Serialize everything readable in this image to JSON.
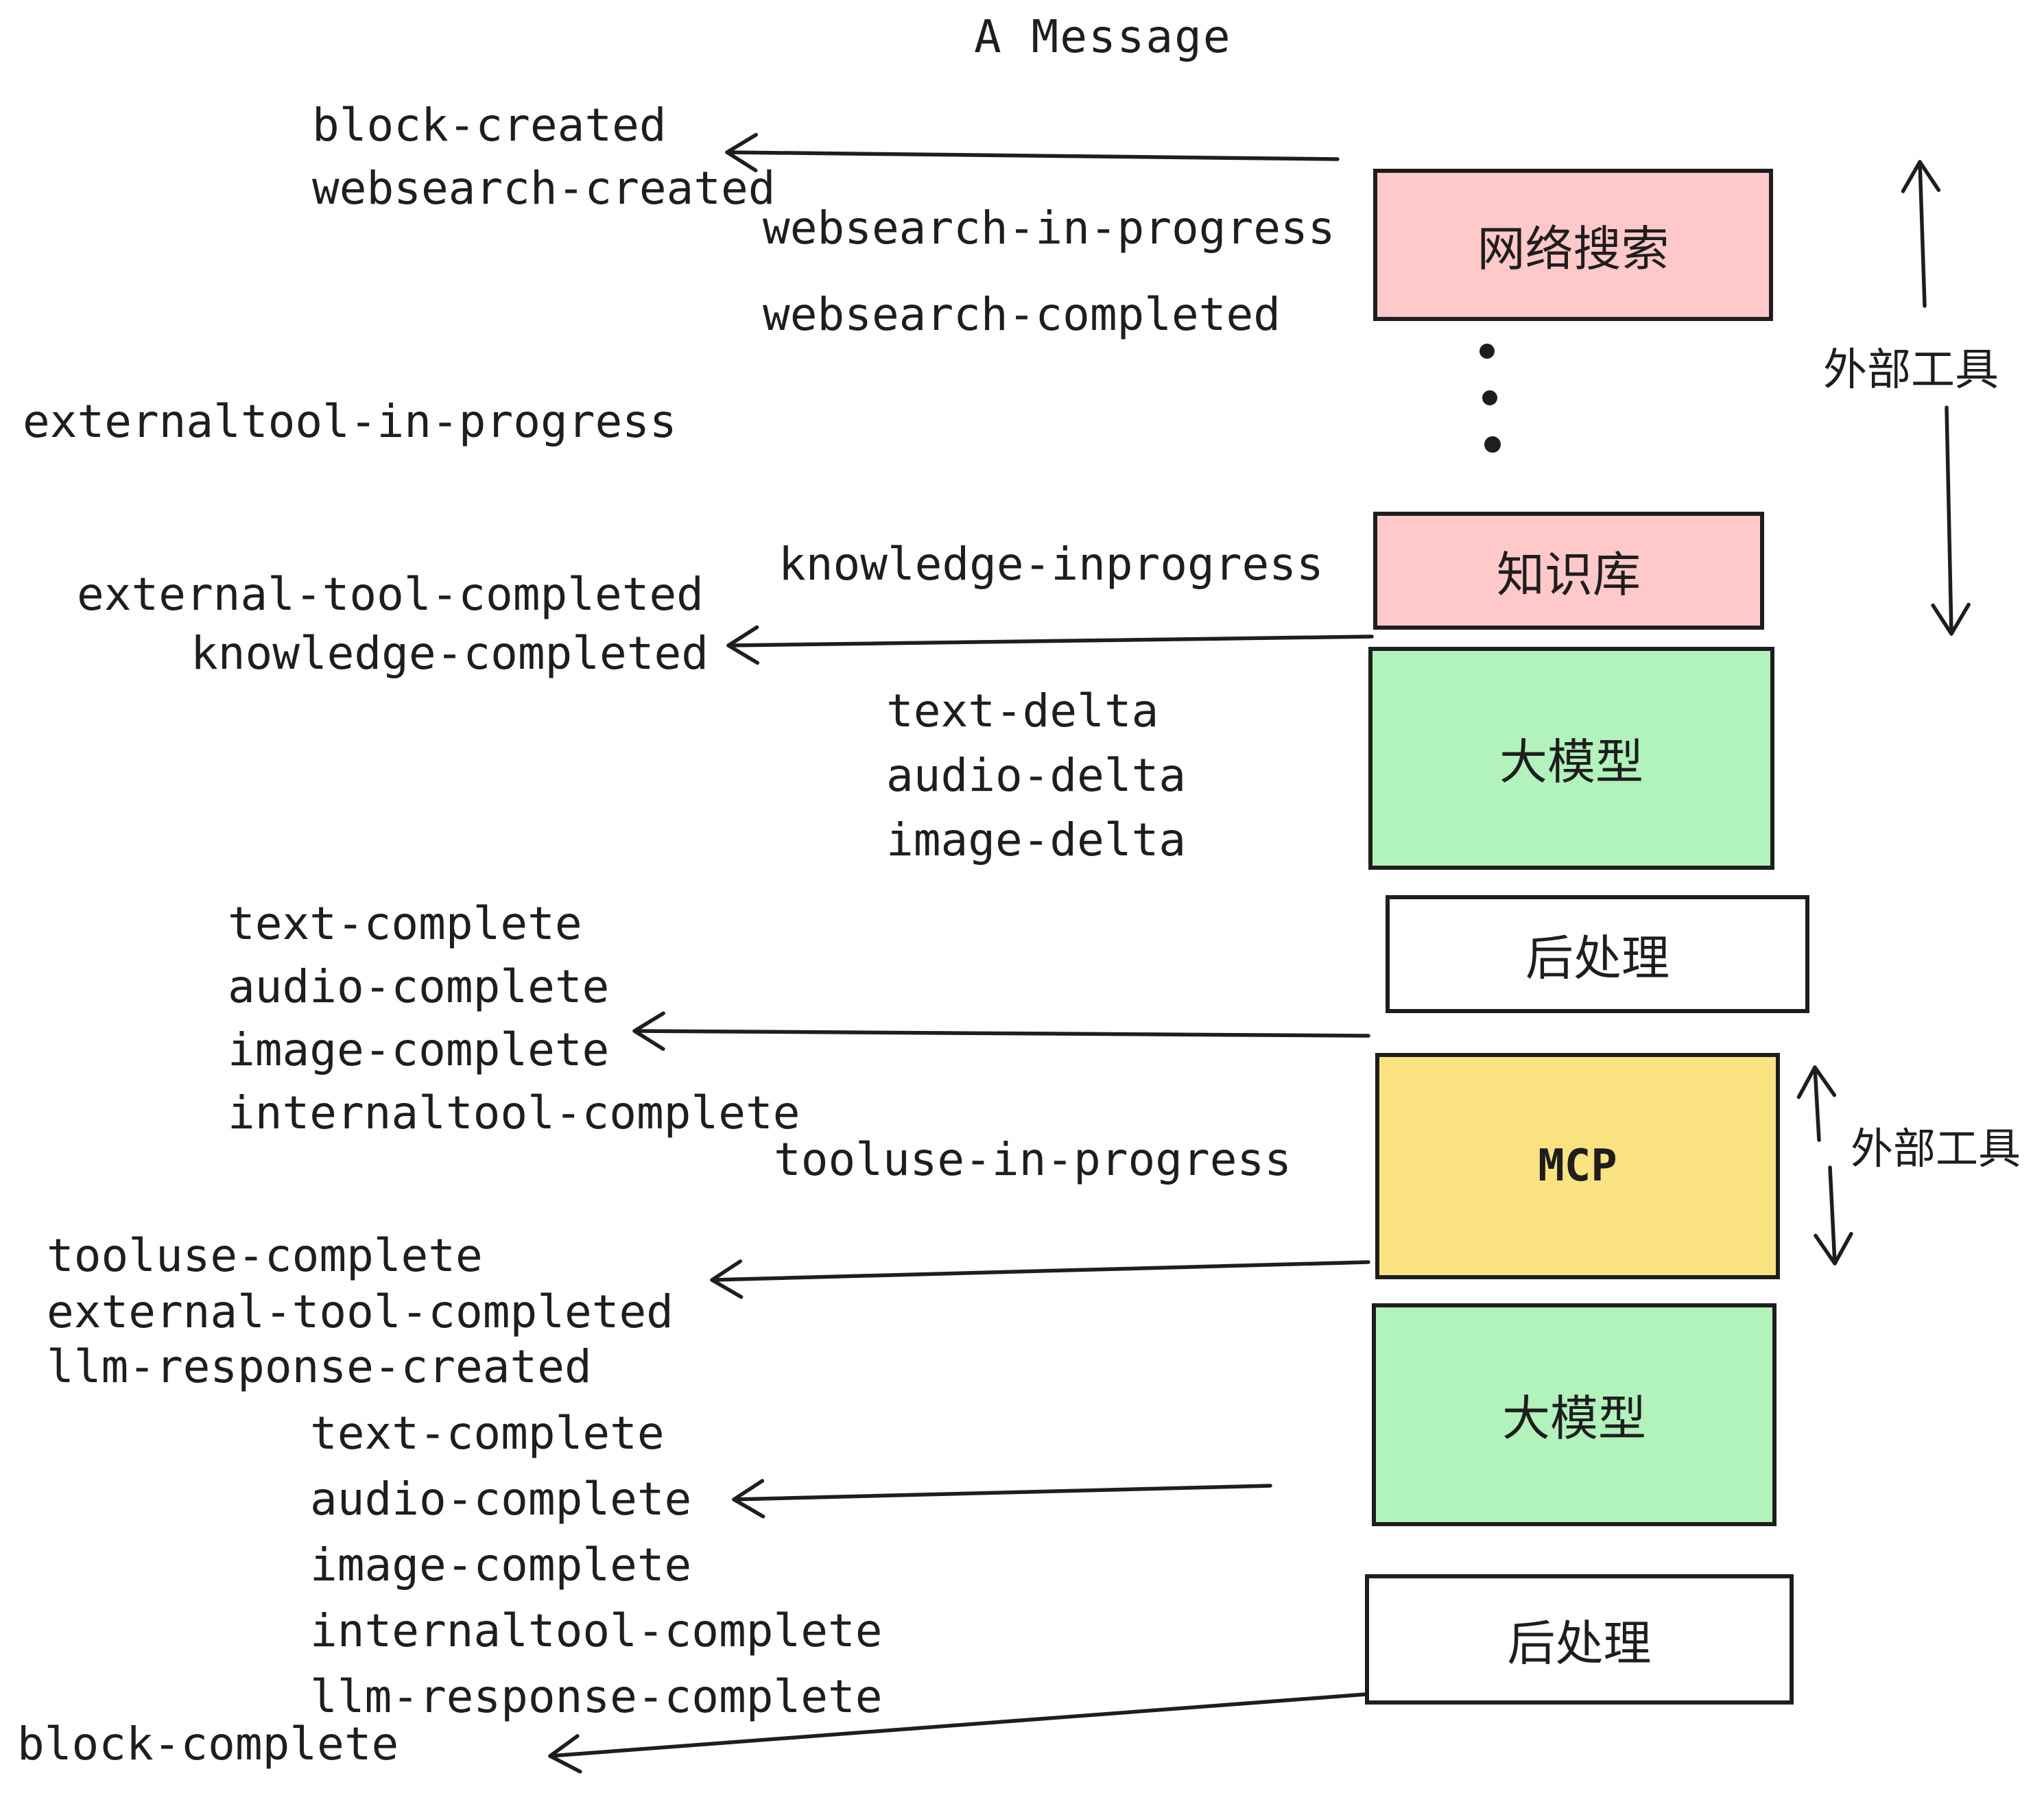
{
  "title": "A Message",
  "palette": {
    "pink": "#ffc9c9",
    "green": "#b2f2bb",
    "yellow": "#f9e27f",
    "white": "#ffffff",
    "ink": "#1e1e1e"
  },
  "boxes": {
    "websearch": "网络搜索",
    "knowledge": "知识库",
    "llm_top": "大模型",
    "postprocess_top": "后处理",
    "mcp": "MCP",
    "llm_bottom": "大模型",
    "postprocess_bottom": "后处理"
  },
  "side_labels": {
    "external_tools_top": "外部工具",
    "external_tools_bottom": "外部工具"
  },
  "events": {
    "block_created": "block-created",
    "websearch_created": "websearch-created",
    "websearch_in_progress": "websearch-in-progress",
    "websearch_completed": "websearch-completed",
    "externaltool_in_progress": "externaltool-in-progress",
    "knowledge_inprogress": "knowledge-inprogress",
    "external_tool_completed_1": "external-tool-completed",
    "knowledge_completed": "knowledge-completed",
    "text_delta_1": "text-delta",
    "audio_delta_1": "audio-delta",
    "image_delta_1": "image-delta",
    "text_complete_1": "text-complete",
    "audio_complete_1": "audio-complete",
    "image_complete_1": "image-complete",
    "internaltool_complete_1": "internaltool-complete",
    "tooluse_in_progress": "tooluse-in-progress",
    "tooluse_complete": "tooluse-complete",
    "external_tool_completed_2": "external-tool-completed",
    "llm_response_created": "llm-response-created",
    "text_complete_2": "text-complete",
    "audio_complete_2": "audio-complete",
    "image_complete_2": "image-complete",
    "internaltool_complete_2": "internaltool-complete",
    "llm_response_complete": "llm-response-complete",
    "block_complete": "block-complete"
  }
}
